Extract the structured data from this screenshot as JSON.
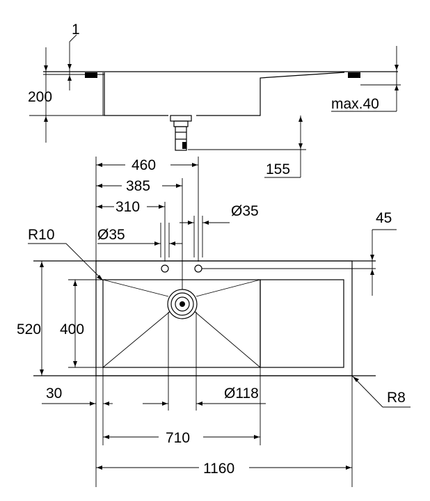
{
  "labels": {
    "rim_thickness": "1",
    "bowl_depth": "200",
    "counter_max": "max.40",
    "drain_height": "155",
    "dim_460": "460",
    "dim_385": "385",
    "dim_310": "310",
    "tap_hole_right": "Ø35",
    "tap_hole_left": "Ø35",
    "dim_45": "45",
    "corner_radius_bowl": "R10",
    "depth_outer": "520",
    "depth_bowl": "400",
    "edge_offset": "30",
    "drain_diameter": "Ø118",
    "corner_radius_outer": "R8",
    "bowl_width": "710",
    "overall_width": "1160"
  }
}
